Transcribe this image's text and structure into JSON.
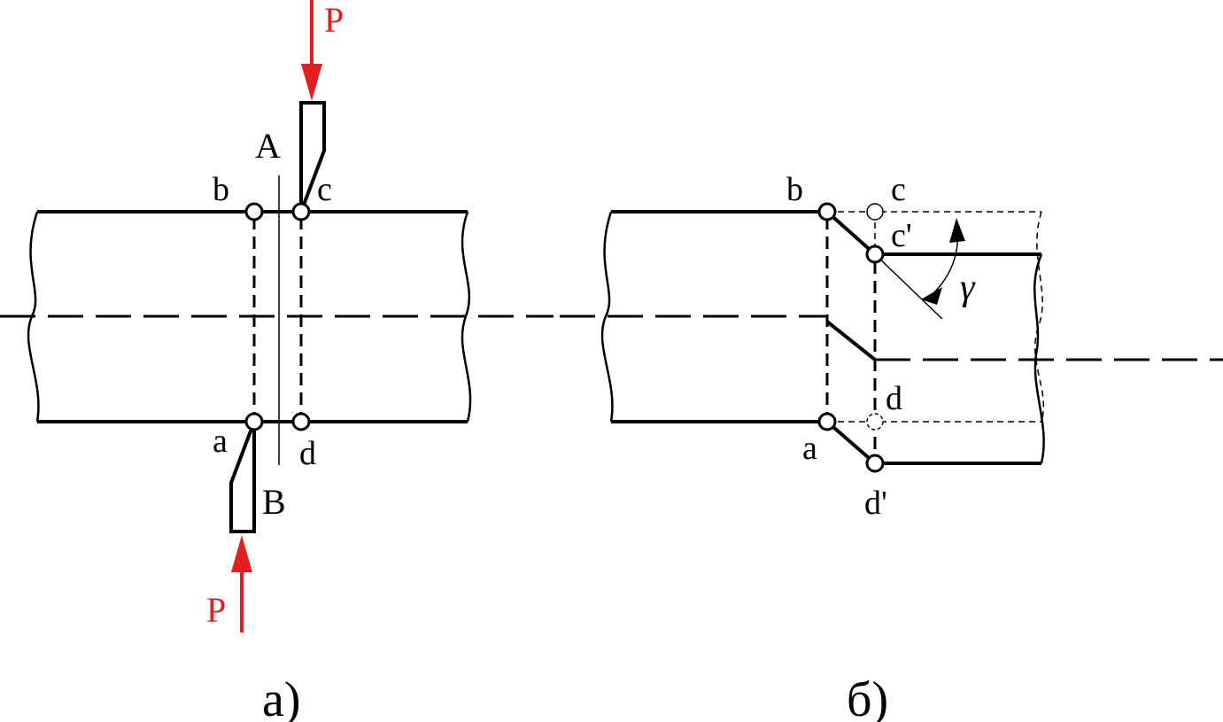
{
  "diagram_a": {
    "caption": "а)",
    "force_top": "P",
    "force_bottom": "P",
    "section_top": "A",
    "section_bottom": "B",
    "point_b": "b",
    "point_c": "c",
    "point_a": "a",
    "point_d": "d"
  },
  "diagram_b": {
    "caption": "б)",
    "point_b": "b",
    "point_c": "c",
    "point_c_prime": "c'",
    "point_a": "a",
    "point_d": "d",
    "point_d_prime": "d'",
    "angle": "γ"
  },
  "colors": {
    "force": "#e02020",
    "line": "#000000"
  }
}
